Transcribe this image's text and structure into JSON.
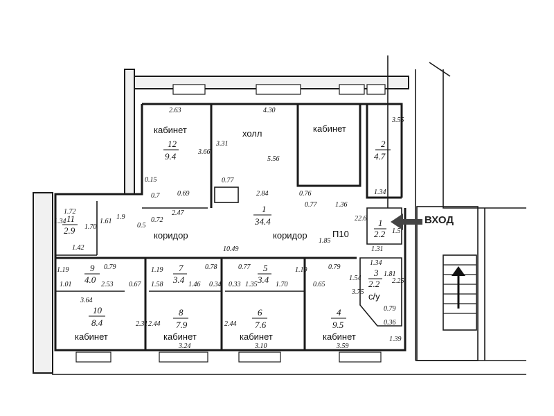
{
  "plan": {
    "entrance_label": "ВХОД",
    "rooms": [
      {
        "id": "r12",
        "label": "кабинет",
        "num": "12",
        "area": "9.4"
      },
      {
        "id": "hall",
        "label": "холл",
        "num": "",
        "area": ""
      },
      {
        "id": "cab-top",
        "label": "кабинет",
        "num": "",
        "area": ""
      },
      {
        "id": "r2",
        "label": "",
        "num": "2",
        "area": "4.7"
      },
      {
        "id": "r1",
        "label": "",
        "num": "1",
        "area": "34.4"
      },
      {
        "id": "r11",
        "label": "",
        "num": "11",
        "area": "2.9"
      },
      {
        "id": "r1b",
        "label": "",
        "num": "1",
        "area": "2.2"
      },
      {
        "id": "r9",
        "label": "",
        "num": "9",
        "area": "4.0"
      },
      {
        "id": "r7",
        "label": "",
        "num": "7",
        "area": "3.4"
      },
      {
        "id": "r5",
        "label": "",
        "num": "5",
        "area": "3.4"
      },
      {
        "id": "r3",
        "label": "",
        "num": "3",
        "area": "2.2"
      },
      {
        "id": "r10",
        "label": "кабинет",
        "num": "10",
        "area": "8.4"
      },
      {
        "id": "r8",
        "label": "кабинет",
        "num": "8",
        "area": "7.9"
      },
      {
        "id": "r6",
        "label": "кабинет",
        "num": "6",
        "area": "7.6"
      },
      {
        "id": "r4",
        "label": "кабинет",
        "num": "4",
        "area": "9.5"
      }
    ],
    "corridor_labels": [
      "коридор",
      "коридор"
    ],
    "toilet_label": "с/у",
    "p10_label": "П10",
    "dimensions": [
      "2.63",
      "4.30",
      "3.66",
      "3.31",
      "5.56",
      "3.55",
      "0.15",
      "0.7",
      "0.69",
      "0.77",
      "2.84",
      "0.76",
      "0.77",
      "1.36",
      "1.34",
      "2.47",
      "0.72",
      "0.5",
      "1.9",
      "1.61",
      "1.70",
      "1.72",
      "1.34",
      "1.42",
      "10.49",
      "1.85",
      "22.6",
      "1.31",
      "1.5",
      "1.19",
      "0.79",
      "1.19",
      "0.78",
      "0.77",
      "1.19",
      "0.79",
      "1.54",
      "1.34",
      "1.01",
      "2.53",
      "0.67",
      "1.58",
      "1.46",
      "0.34",
      "0.33",
      "1.35",
      "1.70",
      "0.65",
      "3.75",
      "1.81",
      "2.25",
      "3.64",
      "2.31",
      "2.44",
      "2.44",
      "0.79",
      "0.36",
      "3.24",
      "3.10",
      "3.59",
      "1.39"
    ]
  }
}
